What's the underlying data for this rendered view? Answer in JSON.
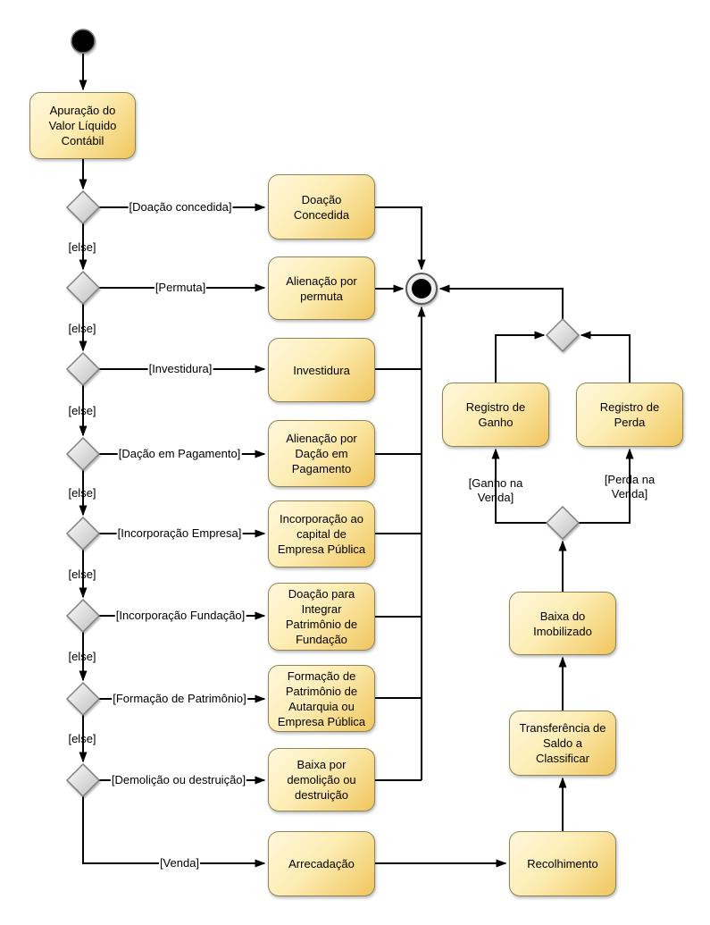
{
  "nodes": {
    "apuracao": "Apuração do\nValor Líquido\nContábil",
    "doacao_concedida": "Doação\nConcedida",
    "alienacao_permuta": "Alienação por\npermuta",
    "investidura": "Investidura",
    "alienacao_dacao": "Alienação por\nDação em\nPagamento",
    "incorporacao_capital": "Incorporação ao\ncapital de\nEmpresa Pública",
    "doacao_integrar": "Doação para\nIntegrar\nPatrimônio de\nFundação",
    "formacao_patrimonio": "Formação de\nPatrimônio de\nAutarquia ou\nEmpresa Pública",
    "baixa_demolicao": "Baixa por\ndemolição ou\ndestruição",
    "arrecadacao": "Arrecadação",
    "recolhimento": "Recolhimento",
    "transferencia_saldo": "Transferência de\nSaldo a\nClassificar",
    "baixa_imobilizado": "Baixa do\nImobilizado",
    "registro_ganho": "Registro de\nGanho",
    "registro_perda": "Registro de\nPerda"
  },
  "guards": {
    "doacao_concedida": "[Doação concedida]",
    "permuta": "[Permuta]",
    "investidura": "[Investidura]",
    "dacao_pagamento": "[Dação em Pagamento]",
    "incorporacao_empresa": "[Incorporação Empresa]",
    "incorporacao_fundacao": "[Incorporação Fundação]",
    "formacao_patrimonio": "[Formação de Patrimônio]",
    "demolicao_destruicao": "[Demolição ou destruição]",
    "venda": "[Venda]",
    "ganho_venda": "[Ganho na\nVenda]",
    "perda_venda": "[Perda na Venda]",
    "else_label": "[else]"
  },
  "colors": {
    "activity_fill_light": "#FFF7DC",
    "activity_fill_dark": "#F0C65E",
    "activity_border": "#8E8455",
    "decision_fill_light": "#FCFCFC",
    "decision_fill_dark": "#BEBEBE",
    "decision_border": "#7F7F7F",
    "edge_color": "#000000",
    "final_node_ring": "#EDEDED",
    "node_core": "#000000"
  }
}
